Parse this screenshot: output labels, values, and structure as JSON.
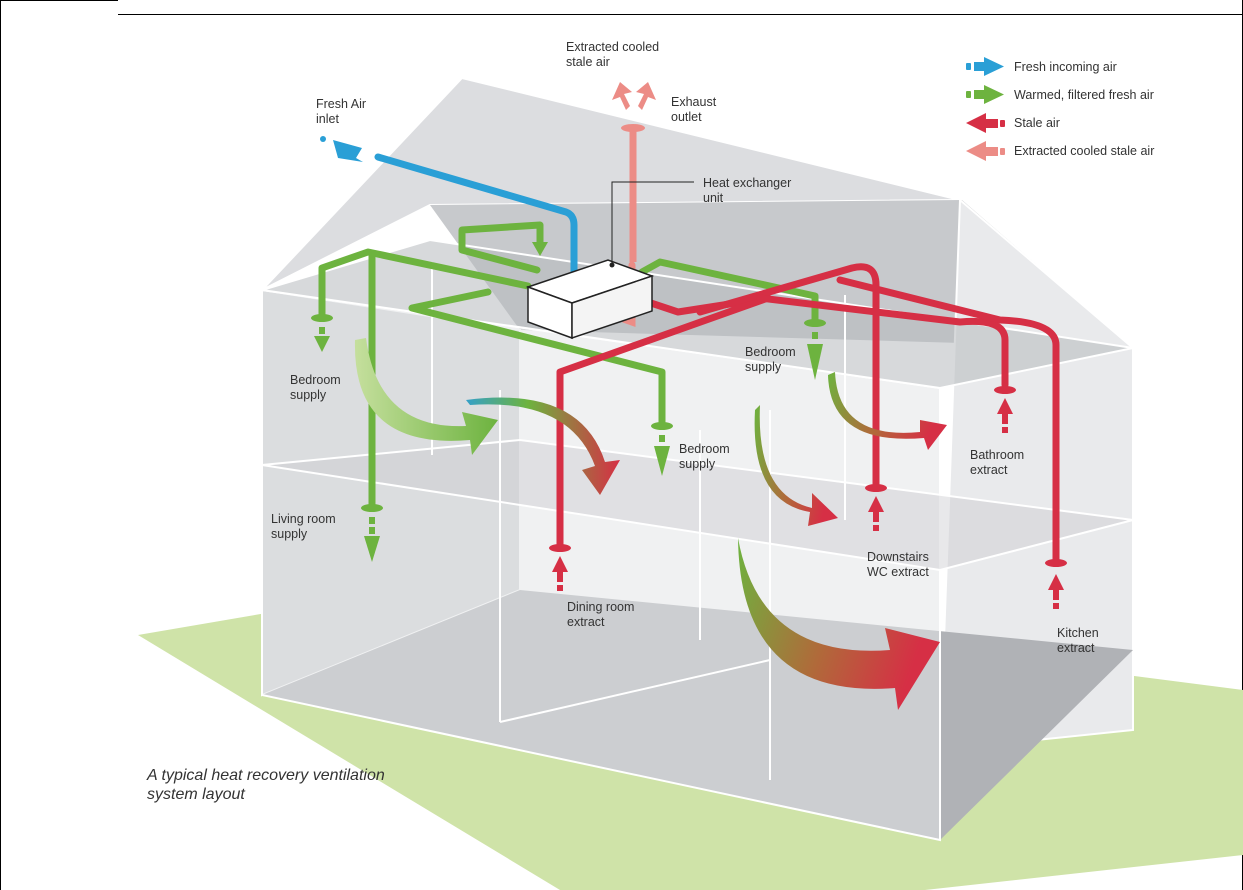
{
  "caption": [
    "A typical heat recovery ventilation",
    "system layout"
  ],
  "legend": [
    {
      "label": "Fresh incoming air",
      "color": "#2a9fd6"
    },
    {
      "label": "Warmed, filtered fresh air",
      "color": "#6db33f"
    },
    {
      "label": "Stale air",
      "color": "#d62f45"
    },
    {
      "label": "Extracted cooled stale air",
      "color": "#ec8c86"
    }
  ],
  "labels": {
    "extracted_cooled": [
      "Extracted cooled",
      "stale air"
    ],
    "exhaust_outlet": [
      "Exhaust",
      "outlet"
    ],
    "fresh_air_inlet": [
      "Fresh Air",
      "inlet"
    ],
    "heat_exchanger": [
      "Heat exchanger",
      "unit"
    ],
    "bedroom_supply_left": [
      "Bedroom",
      "supply"
    ],
    "bedroom_supply_middle": [
      "Bedroom",
      "supply"
    ],
    "bedroom_supply_right": [
      "Bedroom",
      "supply"
    ],
    "living_room_supply": [
      "Living room",
      "supply"
    ],
    "dining_room_extract": [
      "Dining room",
      "extract"
    ],
    "downstairs_wc_extract": [
      "Downstairs",
      "WC extract"
    ],
    "bathroom_extract": [
      "Bathroom",
      "extract"
    ],
    "kitchen_extract": [
      "Kitchen",
      "extract"
    ]
  }
}
